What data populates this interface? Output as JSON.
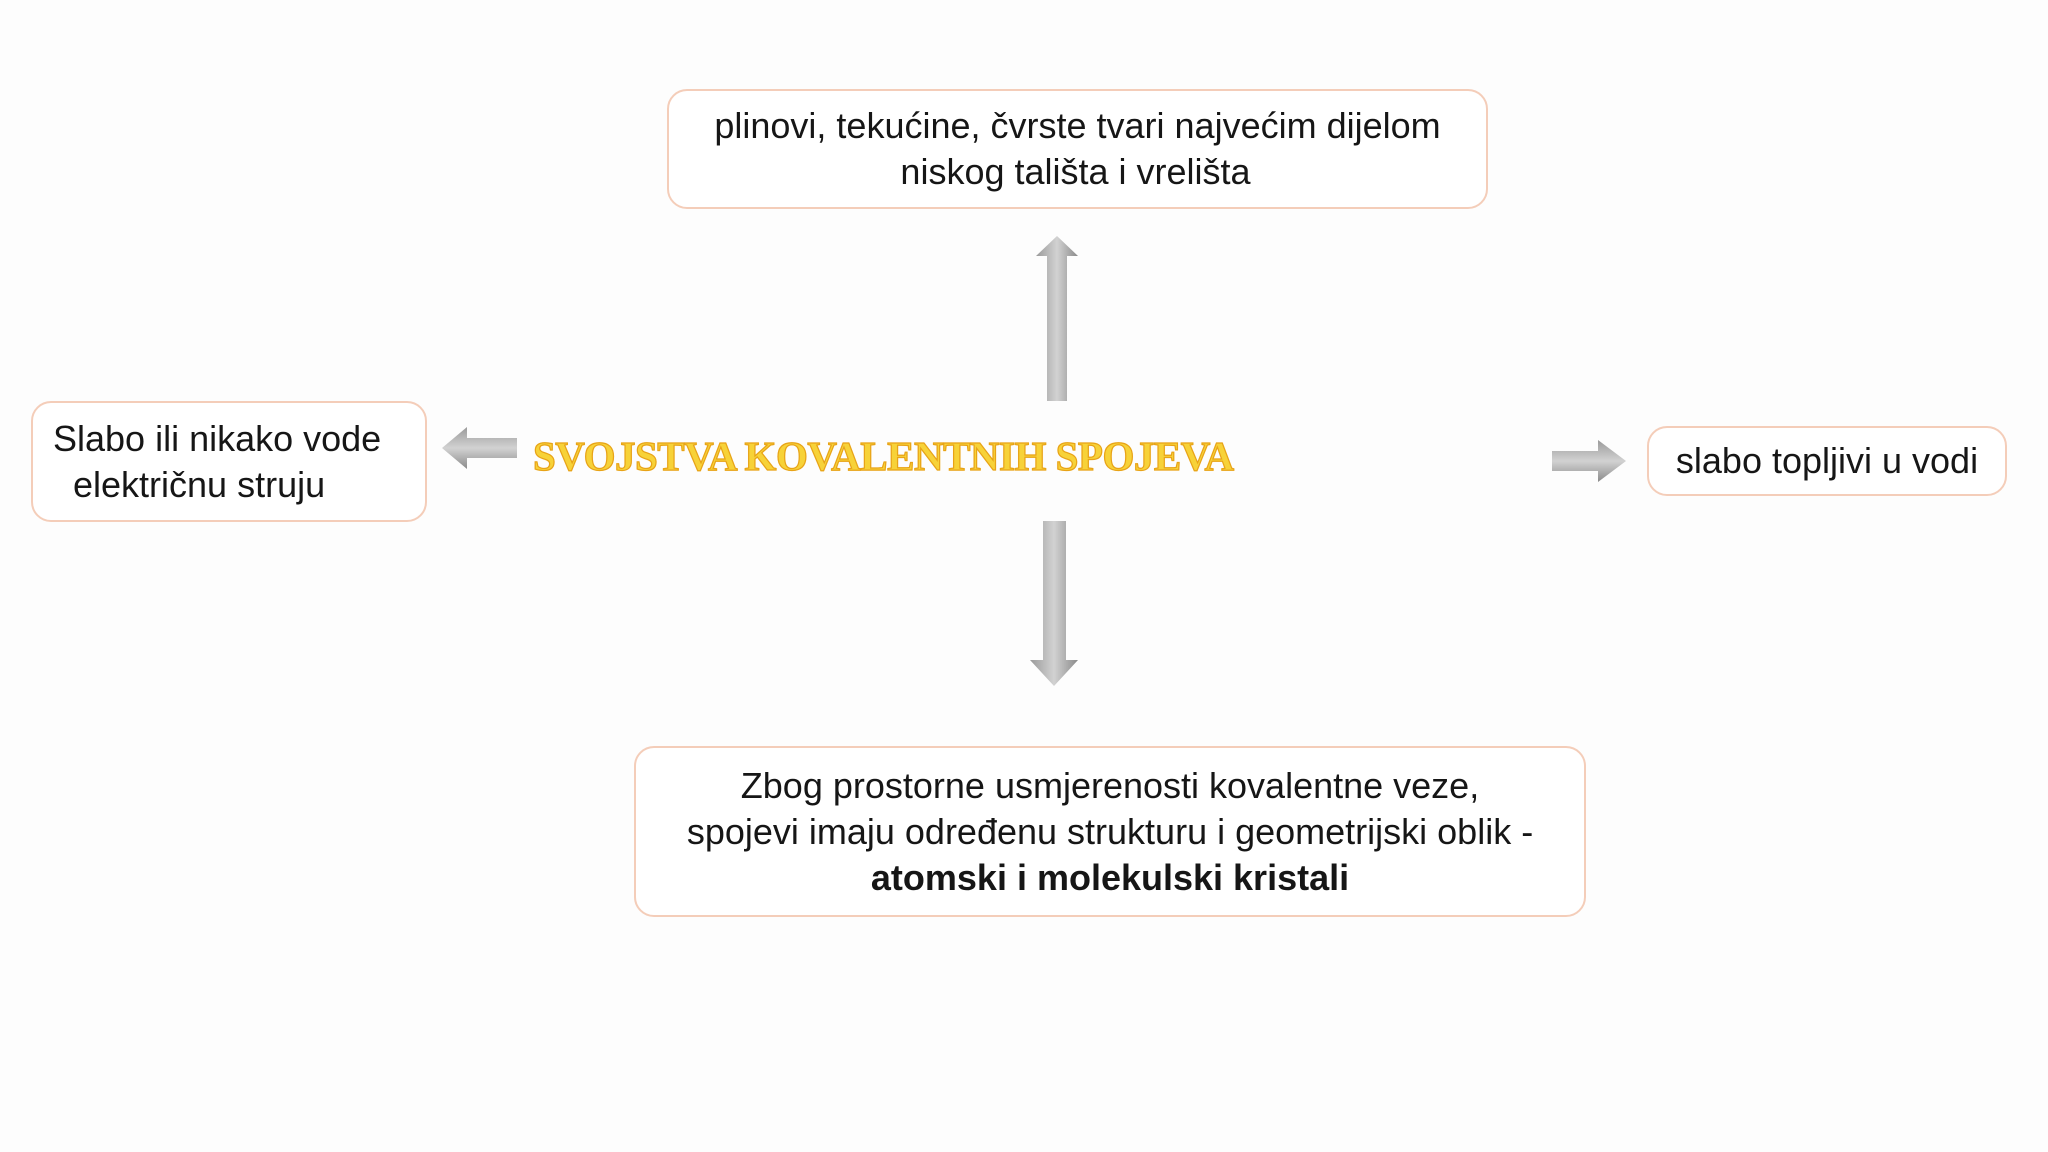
{
  "title": "SVOJSTVA KOVALENTNIH SPOJEVA",
  "nodes": {
    "top": {
      "line1": "plinovi, tekućine, čvrste tvari najvećim dijelom",
      "line2": "niskog tališta i vrelišta"
    },
    "left": {
      "line1": "Slabo ili nikako vode",
      "line2": "električnu struju"
    },
    "right": {
      "line1": "slabo topljivi u vodi"
    },
    "bottom": {
      "line1": "Zbog prostorne usmjerenosti kovalentne veze,",
      "line2": "spojevi imaju određenu strukturu i geometrijski oblik -",
      "line3_bold": "atomski i molekulski kristali"
    }
  },
  "colors": {
    "title_fill": "#f7d238",
    "title_outline": "#e8a317",
    "box_border": "#f4cdb9",
    "arrow_light": "#c8c8c8",
    "arrow_dark": "#8c8c8c"
  }
}
